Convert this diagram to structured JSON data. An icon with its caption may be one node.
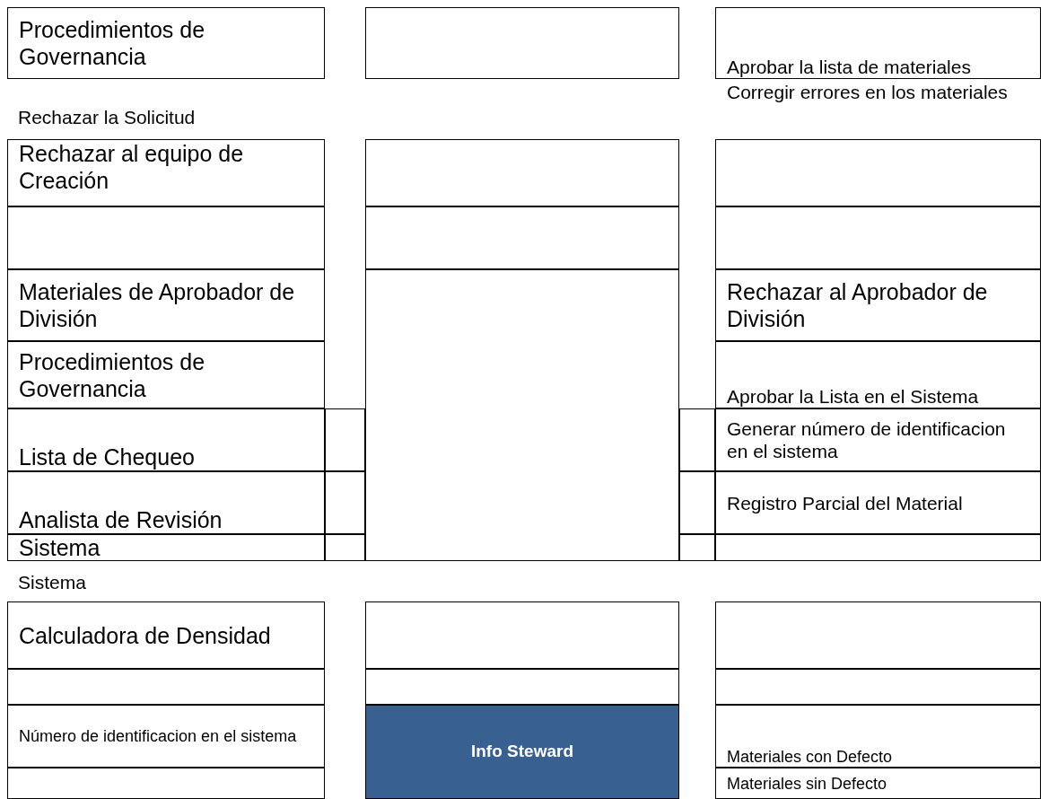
{
  "diagram": {
    "nodes": [
      {
        "text": [
          "Procedimientos de Governancia"
        ]
      },
      {
        "text": [],
        "shape": "box"
      },
      {
        "text": [
          "Aprobar la lista de materiales"
        ]
      },
      {
        "text": [
          "Rechazar al equipo de Creación"
        ]
      },
      {
        "text": [],
        "shape": "box"
      },
      {
        "text": [],
        "shape": "box"
      },
      {
        "text": [],
        "shape": "box"
      },
      {
        "text": [],
        "shape": "box"
      },
      {
        "text": [],
        "shape": "box"
      },
      {
        "text": [
          "Materiales de Aprobador de División"
        ]
      },
      {
        "text": [],
        "shape": "box"
      },
      {
        "text": [
          "Rechazar al Aprobador de División"
        ]
      },
      {
        "text": [
          "Procedimientos de Governancia"
        ]
      },
      {
        "text": [
          "Aprobar la Lista en el Sistema"
        ]
      },
      {
        "text": [
          "Lista de Chequeo"
        ]
      },
      {
        "text": [],
        "shape": "box"
      },
      {
        "text": [],
        "shape": "box"
      },
      {
        "text": [
          "Generar número de identificacion en el sistema"
        ]
      },
      {
        "text": [
          "Analista de Revisión"
        ]
      },
      {
        "text": [],
        "shape": "box"
      },
      {
        "text": [],
        "shape": "box"
      },
      {
        "text": [
          "Registro Parcial del Material"
        ]
      },
      {
        "text": [
          "Sistema"
        ]
      },
      {
        "text": [],
        "shape": "box"
      },
      {
        "text": [],
        "shape": "box"
      },
      {
        "text": [],
        "shape": "box"
      },
      {
        "text": [
          "Calculadora de Densidad"
        ]
      },
      {
        "text": [],
        "shape": "box"
      },
      {
        "text": [],
        "shape": "box"
      },
      {
        "text": [],
        "shape": "box"
      },
      {
        "text": [],
        "shape": "box"
      },
      {
        "text": [],
        "shape": "box"
      },
      {
        "text": [
          "Número de identificacion en el sistema"
        ]
      },
      {
        "text": [
          "Info Steward"
        ]
      },
      {
        "text": [
          "Materiales con Defecto"
        ]
      },
      {
        "text": [],
        "shape": "box"
      },
      {
        "text": [
          "Materiales sin Defecto"
        ]
      }
    ],
    "labels": [
      "Rechazar la Solicitud",
      "Corregir errores en los materiales",
      "Sistema"
    ]
  }
}
